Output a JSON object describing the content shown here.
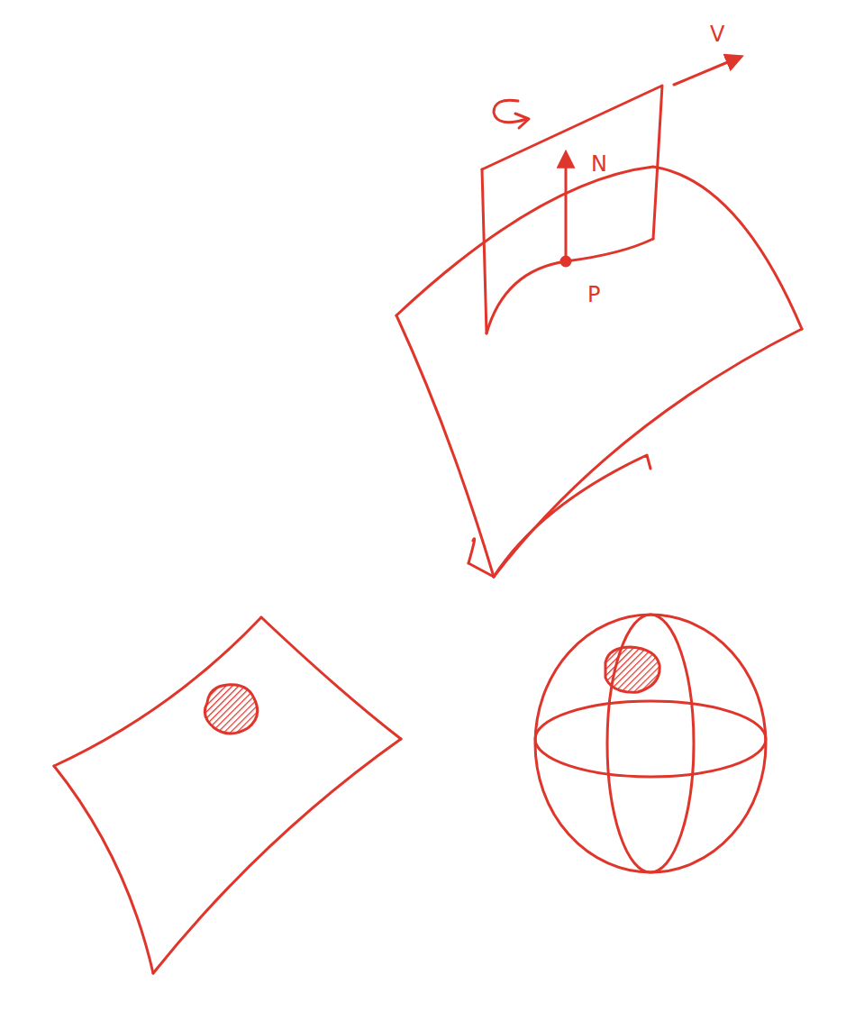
{
  "diagram": {
    "labels": [
      "V",
      "N",
      "P"
    ]
  }
}
